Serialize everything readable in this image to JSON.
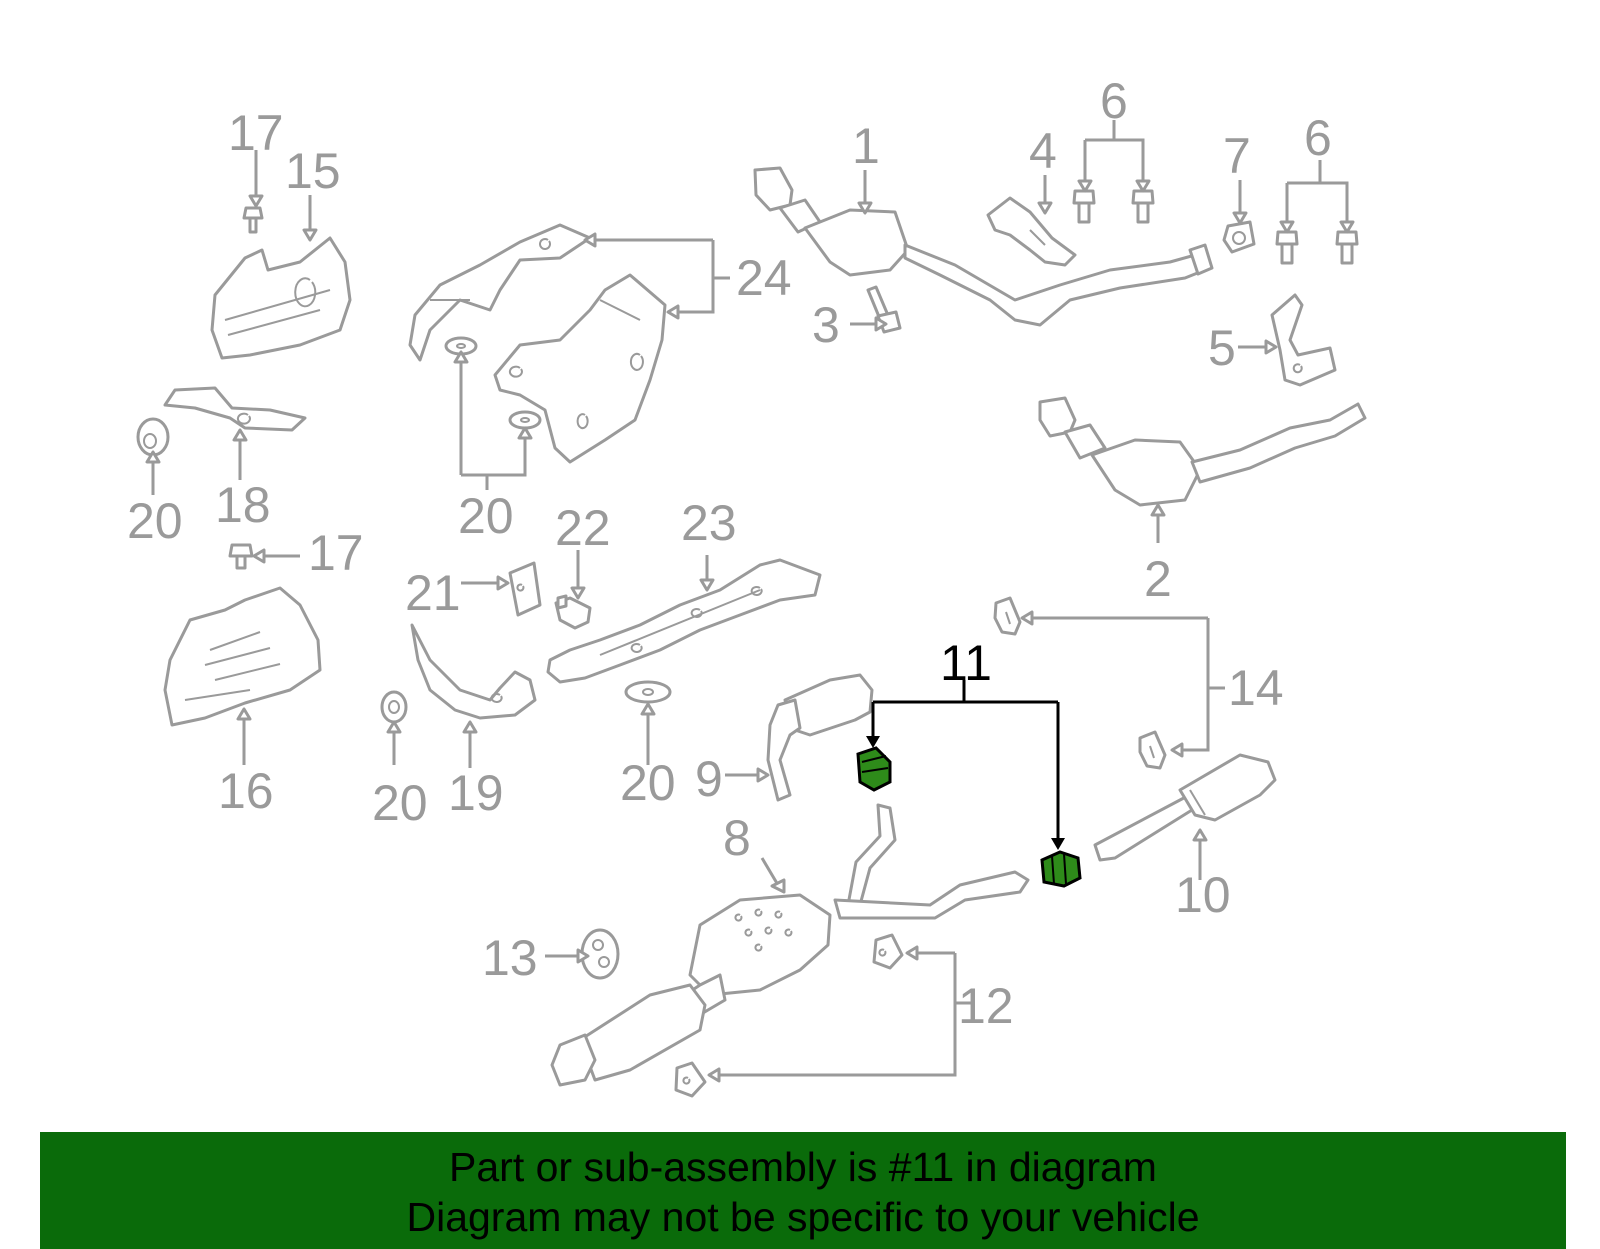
{
  "diagram": {
    "callouts": {
      "n1": "1",
      "n2": "2",
      "n3": "3",
      "n4": "4",
      "n5": "5",
      "n6a": "6",
      "n6b": "6",
      "n7": "7",
      "n8": "8",
      "n9": "9",
      "n10": "10",
      "n11": "11",
      "n12": "12",
      "n13": "13",
      "n14": "14",
      "n15": "15",
      "n16": "16",
      "n17a": "17",
      "n17b": "17",
      "n18": "18",
      "n19": "19",
      "n20a": "20",
      "n20b": "20",
      "n20c": "20",
      "n20d": "20",
      "n21": "21",
      "n22": "22",
      "n23": "23",
      "n24": "24"
    },
    "highlight_color": "#2e8b1a"
  },
  "footer": {
    "line1": "Part or sub-assembly is #11 in diagram",
    "line2": "Diagram may not be specific to your vehicle",
    "background": "#0a6b0a"
  }
}
